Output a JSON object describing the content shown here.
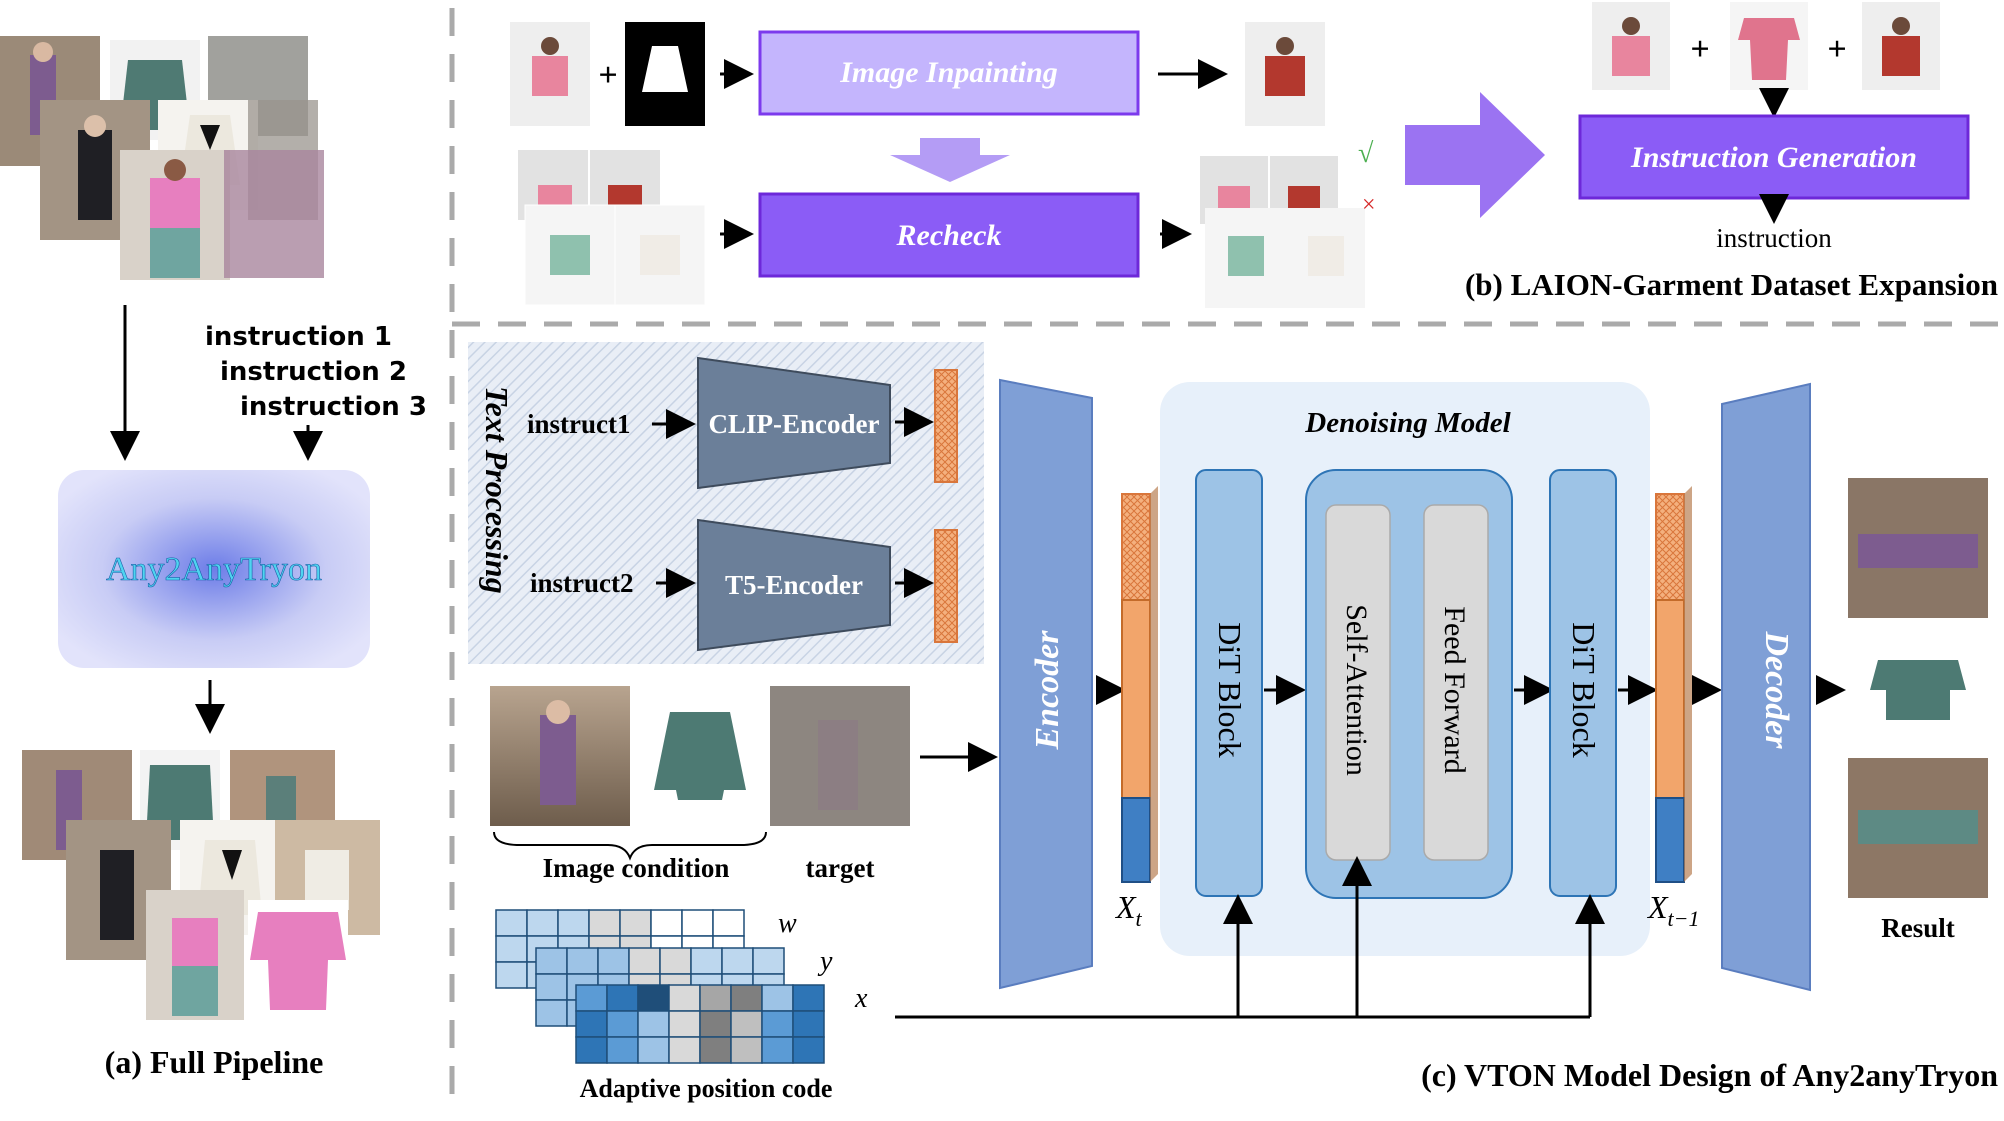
{
  "panel_a": {
    "caption": "(a) Full Pipeline",
    "model_name": "Any2AnyTryon",
    "instructions": [
      "instruction 1",
      "instruction 2",
      "instruction 3"
    ]
  },
  "panel_b": {
    "caption": "(b) LAION-Garment Dataset Expansion",
    "inpainting_label": "Image Inpainting",
    "recheck_label": "Recheck",
    "instruction_generation_label": "Instruction Generation",
    "output_label": "instruction",
    "check_mark": "√",
    "cross_mark": "×"
  },
  "panel_c": {
    "caption": "(c) VTON Model Design of Any2anyTryon",
    "text_processing_label": "Text Processing",
    "instruct1": "instruct1",
    "instruct2": "instruct2",
    "clip_encoder": "CLIP-Encoder",
    "t5_encoder": "T5-Encoder",
    "encoder": "Encoder",
    "decoder": "Decoder",
    "denoising_model": "Denoising Model",
    "dit_block": "DiT Block",
    "self_attention": "Self-Attention",
    "feed_forward": "Feed Forward",
    "image_condition": "Image condition",
    "target": "target",
    "result": "Result",
    "position_code": "Adaptive position code",
    "x_t": "X",
    "x_t_sub": "t",
    "x_t1": "X",
    "x_t1_sub": "t−1",
    "axis_w": "w",
    "axis_y": "y",
    "axis_x": "x"
  },
  "colors": {
    "purple_box": "#8b5cf6",
    "light_purple": "#c4b5fd",
    "encoder_blue": "#7f9fd6",
    "token_orange": "#f2a56b",
    "token_blue": "#3f7fc4",
    "dit_blue": "#9dc3e6",
    "grey_encoder": "#6b7f99"
  }
}
